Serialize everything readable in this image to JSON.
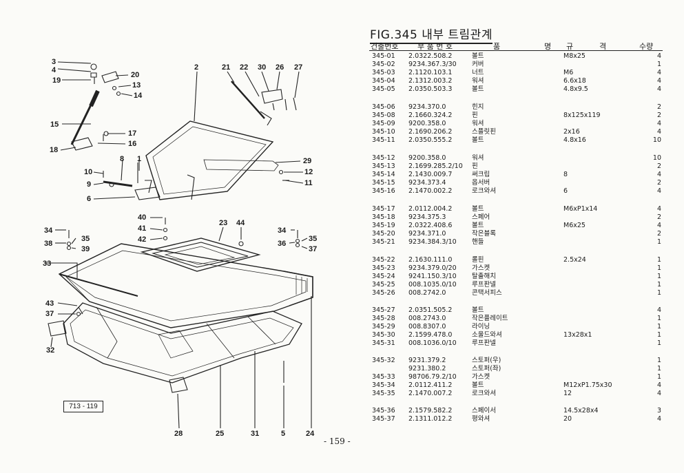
{
  "figure": {
    "title": "FIG.345 내부 트림관계",
    "ref_box": "713 - 119",
    "page_number": "- 159 -"
  },
  "table": {
    "headers": {
      "id": "건출번호",
      "part_no": "부 품 번 호",
      "name": "품",
      "name2": "명",
      "spec": "규",
      "spec2": "격",
      "qty": "수량"
    },
    "groups": [
      [
        {
          "id": "345-01",
          "part_no": "2.0322.508.2",
          "name": "볼트",
          "spec": "M8x25",
          "qty": "4"
        },
        {
          "id": "345-02",
          "part_no": "9234.367.3/30",
          "name": "커버",
          "spec": "",
          "qty": "1"
        },
        {
          "id": "345-03",
          "part_no": "2.1120.103.1",
          "name": "너트",
          "spec": "M6",
          "qty": "4"
        },
        {
          "id": "345-04",
          "part_no": "2.1312.003.2",
          "name": "워셔",
          "spec": "6.6x18",
          "qty": "4"
        },
        {
          "id": "345-05",
          "part_no": "2.0350.503.3",
          "name": "볼트",
          "spec": "4.8x9.5",
          "qty": "4"
        }
      ],
      [
        {
          "id": "345-06",
          "part_no": "9234.370.0",
          "name": "힌지",
          "spec": "",
          "qty": "2"
        },
        {
          "id": "345-08",
          "part_no": "2.1660.324.2",
          "name": "핀",
          "spec": "8x125x119",
          "qty": "2"
        },
        {
          "id": "345-09",
          "part_no": "9200.358.0",
          "name": "워셔",
          "spec": "",
          "qty": "4"
        },
        {
          "id": "345-10",
          "part_no": "2.1690.206.2",
          "name": "스플릿핀",
          "spec": "2x16",
          "qty": "4"
        },
        {
          "id": "345-11",
          "part_no": "2.0350.555.2",
          "name": "볼트",
          "spec": "4.8x16",
          "qty": "10"
        }
      ],
      [
        {
          "id": "345-12",
          "part_no": "9200.358.0",
          "name": "워셔",
          "spec": "",
          "qty": "10"
        },
        {
          "id": "345-13",
          "part_no": "2.1699.285.2/10",
          "name": "핀",
          "spec": "",
          "qty": "2"
        },
        {
          "id": "345-14",
          "part_no": "2.1430.009.7",
          "name": "써크립",
          "spec": "8",
          "qty": "4"
        },
        {
          "id": "345-15",
          "part_no": "9234.373.4",
          "name": "옵서버",
          "spec": "",
          "qty": "2"
        },
        {
          "id": "345-16",
          "part_no": "2.1470.002.2",
          "name": "로크와셔",
          "spec": "6",
          "qty": "4"
        }
      ],
      [
        {
          "id": "345-17",
          "part_no": "2.0112.004.2",
          "name": "볼트",
          "spec": "M6xP1x14",
          "qty": "4"
        },
        {
          "id": "345-18",
          "part_no": "9234.375.3",
          "name": "스페어",
          "spec": "",
          "qty": "2"
        },
        {
          "id": "345-19",
          "part_no": "2.0322.408.6",
          "name": "볼트",
          "spec": "M6x25",
          "qty": "4"
        },
        {
          "id": "345-20",
          "part_no": "9234.371.0",
          "name": "작은블록",
          "spec": "",
          "qty": "2"
        },
        {
          "id": "345-21",
          "part_no": "9234.384.3/10",
          "name": "핸들",
          "spec": "",
          "qty": "1"
        }
      ],
      [
        {
          "id": "345-22",
          "part_no": "2.1630.111.0",
          "name": "롤핀",
          "spec": "2.5x24",
          "qty": "1"
        },
        {
          "id": "345-23",
          "part_no": "9234.379.0/20",
          "name": "가스켓",
          "spec": "",
          "qty": "1"
        },
        {
          "id": "345-24",
          "part_no": "9241.150.3/10",
          "name": "탈출해치",
          "spec": "",
          "qty": "1"
        },
        {
          "id": "345-25",
          "part_no": "008.1035.0/10",
          "name": "루프판넬",
          "spec": "",
          "qty": "1"
        },
        {
          "id": "345-26",
          "part_no": "008.2742.0",
          "name": "콘택서피스",
          "spec": "",
          "qty": "1"
        }
      ],
      [
        {
          "id": "345-27",
          "part_no": "2.0351.505.2",
          "name": "볼트",
          "spec": "",
          "qty": "4"
        },
        {
          "id": "345-28",
          "part_no": "008.2743.0",
          "name": "작은플레이트",
          "spec": "",
          "qty": "1"
        },
        {
          "id": "345-29",
          "part_no": "008.8307.0",
          "name": "라이닝",
          "spec": "",
          "qty": "1"
        },
        {
          "id": "345-30",
          "part_no": "2.1599.478.0",
          "name": "소울드와셔",
          "spec": "13x28x1",
          "qty": "1"
        },
        {
          "id": "345-31",
          "part_no": "008.1036.0/10",
          "name": "루프판넬",
          "spec": "",
          "qty": "1"
        }
      ],
      [
        {
          "id": "345-32",
          "part_no": "9231.379.2",
          "name": "스토퍼(우)",
          "spec": "",
          "qty": "1"
        },
        {
          "id": "",
          "part_no": "9231.380.2",
          "name": "스토퍼(좌)",
          "spec": "",
          "qty": "1"
        },
        {
          "id": "345-33",
          "part_no": "98706.79.2/10",
          "name": "가스켓",
          "spec": "",
          "qty": "1"
        },
        {
          "id": "345-34",
          "part_no": "2.0112.411.2",
          "name": "볼트",
          "spec": "M12xP1.75x30",
          "qty": "4"
        },
        {
          "id": "345-35",
          "part_no": "2.1470.007.2",
          "name": "로크와셔",
          "spec": "12",
          "qty": "4"
        }
      ],
      [
        {
          "id": "345-36",
          "part_no": "2.1579.582.2",
          "name": "스페이서",
          "spec": "14.5x28x4",
          "qty": "3"
        },
        {
          "id": "345-37",
          "part_no": "2.1311.012.2",
          "name": "평와셔",
          "spec": "20",
          "qty": "4"
        }
      ]
    ]
  },
  "callouts": [
    "3",
    "4",
    "19",
    "20",
    "13",
    "14",
    "15",
    "17",
    "16",
    "18",
    "10",
    "8",
    "1",
    "9",
    "6",
    "2",
    "21",
    "22",
    "30",
    "26",
    "27",
    "29",
    "12",
    "11",
    "40",
    "41",
    "42",
    "23",
    "44",
    "34",
    "35",
    "38",
    "39",
    "34",
    "35",
    "36",
    "37",
    "33",
    "43",
    "37",
    "32",
    "28",
    "25",
    "31",
    "5",
    "24"
  ]
}
